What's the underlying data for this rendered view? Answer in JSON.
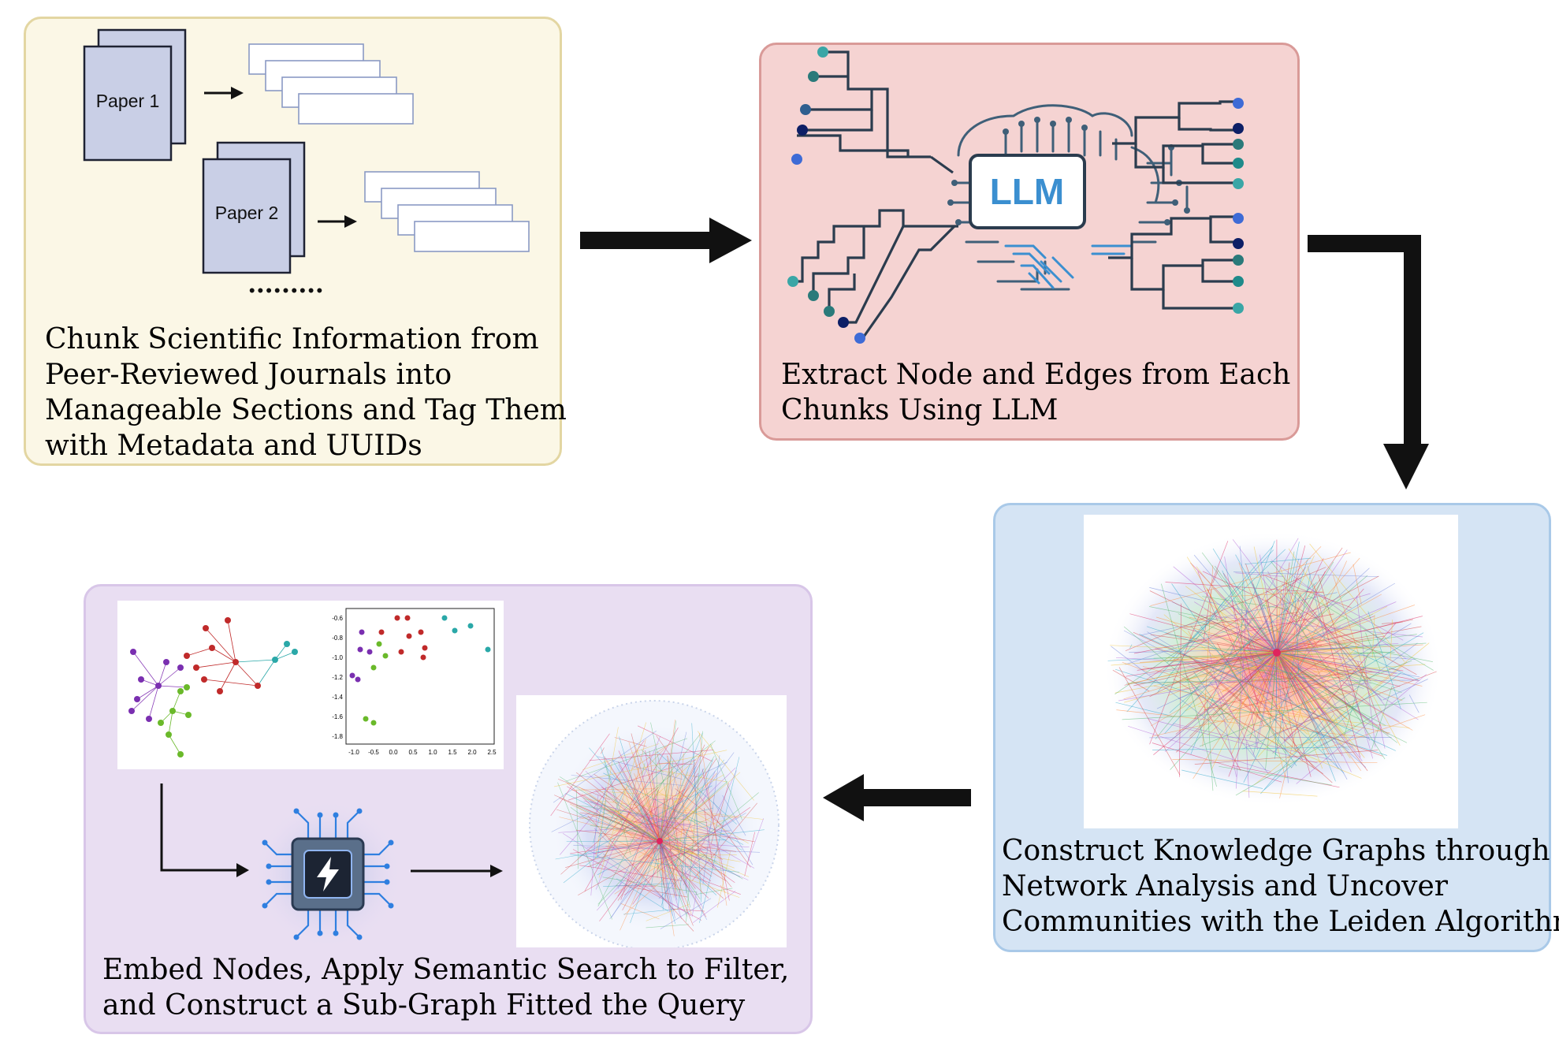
{
  "stages": [
    {
      "caption_lines": [
        "Chunk Scientific Information from",
        "Peer-Reviewed Journals into",
        "Manageable Sections and Tag Them",
        "with Metadata and UUIDs"
      ]
    },
    {
      "caption_lines": [
        "Extract Node and Edges from Each",
        "Chunks Using LLM"
      ]
    },
    {
      "caption_lines": [
        "Construct Knowledge Graphs through",
        "Network Analysis and Uncover",
        "Communities with the Leiden Algorithm"
      ]
    },
    {
      "caption_lines": [
        "Embed Nodes, Apply Semantic Search to Filter,",
        "and Construct a Sub-Graph Fitted the Query"
      ]
    }
  ],
  "papers": [
    "Paper 1",
    "Paper 2"
  ],
  "ellipsis": "•••••••••",
  "llm_label": "LLM",
  "scatter": {
    "y_ticks": [
      "-0.6",
      "-0.8",
      "-1.0",
      "-1.2",
      "-1.4",
      "-1.6",
      "-1.8"
    ],
    "x_ticks": [
      "-1.0",
      "-0.5",
      "0.0",
      "0.5",
      "1.0",
      "1.5",
      "2.0",
      "2.5"
    ]
  },
  "colors": {
    "stage1_bg": "#fbf7e6",
    "stage1_border": "#e3d6a2",
    "stage2_bg": "#f5d3d2",
    "stage2_border": "#d99a98",
    "stage3_bg": "#d5e4f4",
    "stage3_border": "#a9c9e8",
    "stage4_bg": "#e9def2",
    "stage4_border": "#d8c6e8",
    "arrow": "#111111",
    "paper": "#c9cfe6",
    "circuit": "#3f5f78",
    "chip_glow": "#2f7fe0"
  }
}
